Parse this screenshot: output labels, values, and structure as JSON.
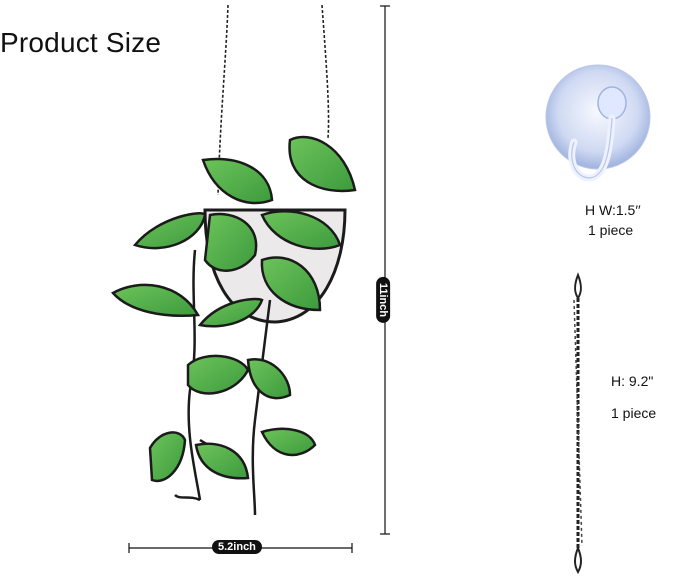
{
  "page_title": "Product Size",
  "product_image": {
    "width_label": "5.2inch",
    "height_label": "11inch"
  },
  "accessories": {
    "suction_hook": {
      "spec": "H W:1.5′′",
      "quantity": "1 piece"
    },
    "chain": {
      "spec": "H: 9.2\"",
      "quantity": "1 piece"
    }
  },
  "colors": {
    "leaf_green": "#4caf50",
    "leaf_green_light": "#7ccf5f",
    "pot_white": "#e9e6e6",
    "lead_line": "#1b1b1b"
  }
}
